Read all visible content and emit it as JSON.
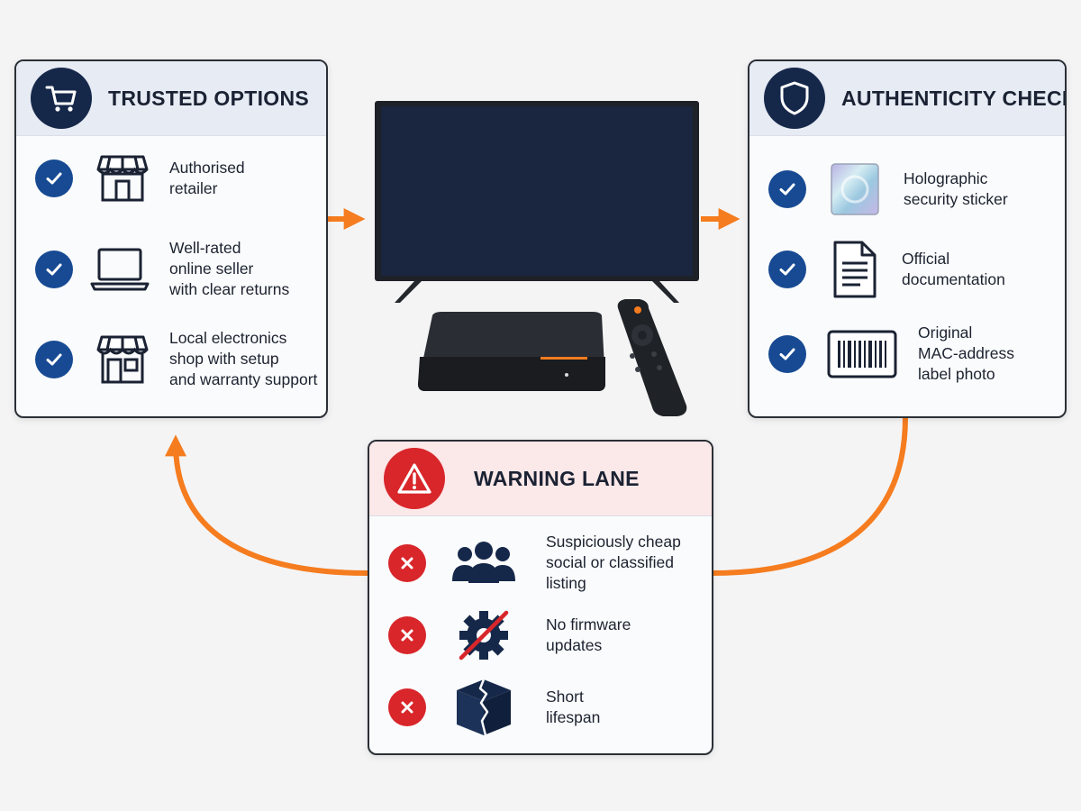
{
  "trusted": {
    "title": "TRUSTED OPTIONS",
    "header_icon": "shopping-cart-icon",
    "items": [
      {
        "label": "Authorised\nretailer",
        "icon": "storefront-icon",
        "status": "check-icon"
      },
      {
        "label": "Well-rated\nonline seller\nwith clear returns",
        "icon": "laptop-icon",
        "status": "check-icon"
      },
      {
        "label": "Local electronics\nshop with setup\nand warranty support",
        "icon": "shop-icon",
        "status": "check-icon"
      }
    ]
  },
  "authenticity": {
    "title": "AUTHENTICITY CHECKS",
    "header_icon": "shield-icon",
    "items": [
      {
        "label": "Holographic\nsecurity sticker",
        "icon": "hologram-sticker-icon",
        "status": "check-icon"
      },
      {
        "label": "Official\ndocumentation",
        "icon": "document-icon",
        "status": "check-icon"
      },
      {
        "label": "Original\nMAC-address\nlabel photo",
        "icon": "barcode-label-icon",
        "status": "check-icon"
      }
    ]
  },
  "warning": {
    "title": "WARNING LANE",
    "header_icon": "warning-triangle-icon",
    "items": [
      {
        "label": "Suspiciously cheap\nsocial or classified\nlisting",
        "icon": "people-group-icon",
        "status": "cross-icon"
      },
      {
        "label": "No firmware\nupdates",
        "icon": "gear-crossed-icon",
        "status": "cross-icon"
      },
      {
        "label": "Short\nlifespan",
        "icon": "cracked-box-icon",
        "status": "cross-icon"
      }
    ]
  },
  "center": {
    "devices": [
      "tv-icon",
      "set-top-box-icon",
      "remote-control-icon"
    ]
  },
  "colors": {
    "trusted_accent": "#174a93",
    "warning_accent": "#d8262b",
    "flow_arrow": "#f57c1f",
    "navy": "#1a2740"
  }
}
